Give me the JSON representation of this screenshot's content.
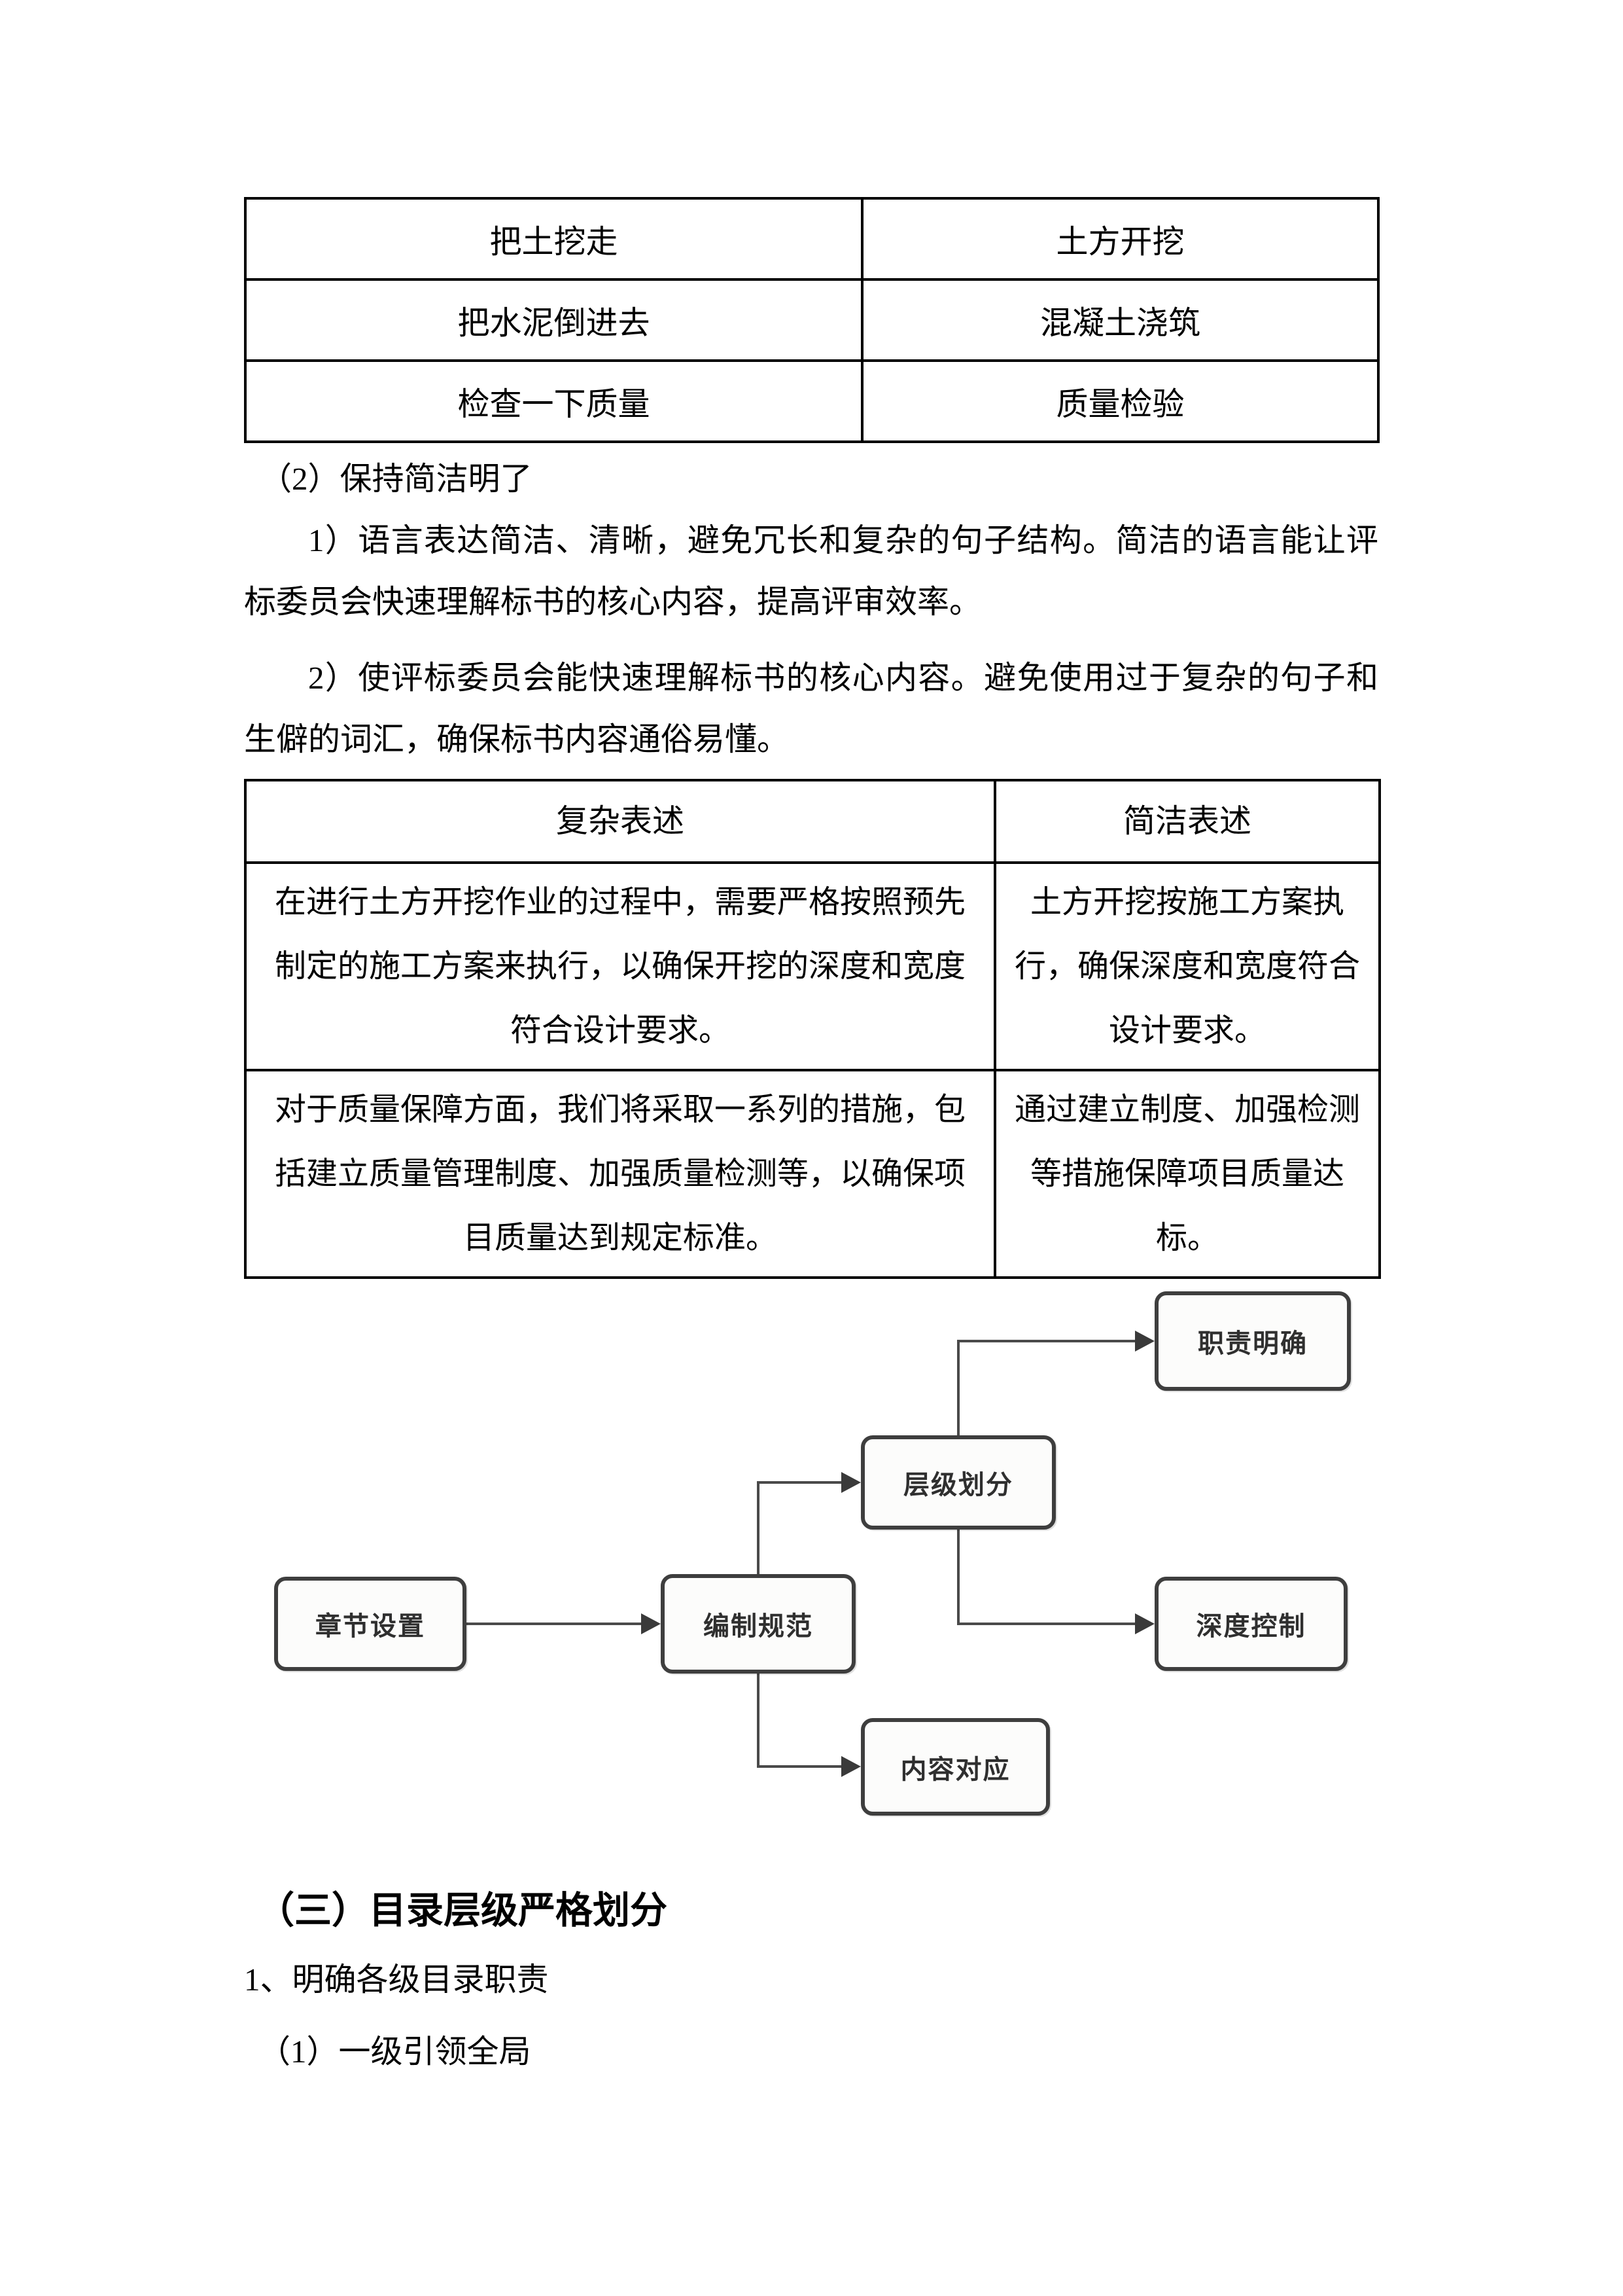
{
  "table1": {
    "rows": [
      [
        "把土挖走",
        "土方开挖"
      ],
      [
        "把水泥倒进去",
        "混凝土浇筑"
      ],
      [
        "检查一下质量",
        "质量检验"
      ]
    ]
  },
  "section": {
    "item2_heading": "（2）保持简洁明了",
    "point1": "1）语言表达简洁、清晰，避免冗长和复杂的句子结构。简洁的语言能让评标委员会快速理解标书的核心内容，提高评审效率。",
    "point2": "2）使评标委员会能快速理解标书的核心内容。避免使用过于复杂的句子和生僻的词汇，确保标书内容通俗易懂。"
  },
  "table2": {
    "headers": [
      "复杂表述",
      "简洁表述"
    ],
    "rows": [
      [
        "在进行土方开挖作业的过程中，需要严格按照预先制定的施工方案来执行，以确保开挖的深度和宽度符合设计要求。",
        "土方开挖按施工方案执行，确保深度和宽度符合设计要求。"
      ],
      [
        "对于质量保障方面，我们将采取一系列的措施，包括建立质量管理制度、加强质量检测等，以确保项目质量达到规定标准。",
        "通过建立制度、加强检测等措施保障项目质量达标。"
      ]
    ]
  },
  "flowchart": {
    "nodes": [
      {
        "id": "chapter-setup",
        "label": "章节设置"
      },
      {
        "id": "compilation-standard",
        "label": "编制规范"
      },
      {
        "id": "level-division",
        "label": "层级划分"
      },
      {
        "id": "clear-duties",
        "label": "职责明确"
      },
      {
        "id": "depth-control",
        "label": "深度控制"
      },
      {
        "id": "content-mapping",
        "label": "内容对应"
      }
    ],
    "edges": [
      {
        "from": "chapter-setup",
        "to": "compilation-standard"
      },
      {
        "from": "compilation-standard",
        "to": "level-division"
      },
      {
        "from": "compilation-standard",
        "to": "content-mapping"
      },
      {
        "from": "level-division",
        "to": "clear-duties"
      },
      {
        "from": "level-division",
        "to": "depth-control"
      }
    ],
    "line_color": "#4a4a4a",
    "border_color": "#3e3e3e"
  },
  "footer_section": {
    "heading": "（三）目录层级严格划分",
    "sub1": "1、明确各级目录职责",
    "sub2": "（1）一级引领全局"
  }
}
